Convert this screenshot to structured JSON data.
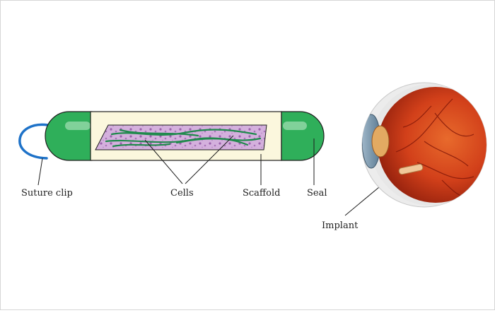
{
  "labels": {
    "suture_clip": "Suture clip",
    "cells": "Cells",
    "scaffold": "Scaffold",
    "seal": "Seal",
    "implant": "Implant"
  },
  "colors": {
    "seal_green": "#2faf5a",
    "seal_highlight": "#8fd7a6",
    "scaffold_fill": "#fbf7dd",
    "cells_purple": "#c59ad2",
    "cell_strands": "#1f8a4c",
    "suture_blue": "#1e72c8",
    "eye_red": "#d2401a",
    "implant_tan": "#f0c89a"
  }
}
